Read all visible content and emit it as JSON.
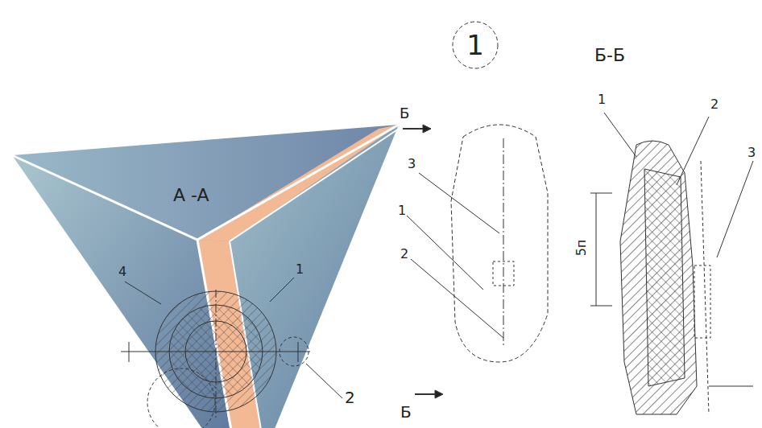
{
  "diagram": {
    "nodes": [
      {
        "text": [
          "1"
        ]
      }
    ],
    "labels": [
      "A -A",
      "4",
      "1",
      "2",
      "Б",
      "3",
      "1",
      "2",
      "Б",
      "Б-Б",
      "1",
      "2",
      "3",
      "5п"
    ]
  }
}
